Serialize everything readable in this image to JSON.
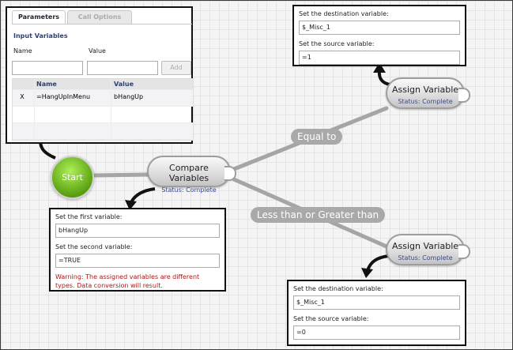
{
  "params_panel": {
    "tabs": [
      "Parameters",
      "Call Options"
    ],
    "section": "Input Variables",
    "name_label": "Name",
    "value_label": "Value",
    "add_button": "Add",
    "columns": [
      "Name",
      "Value"
    ],
    "rows": [
      {
        "remove": "X",
        "name": "=HangUpInMenu",
        "value": "bHangUp"
      }
    ]
  },
  "nodes": {
    "start": {
      "label": "Start"
    },
    "compare": {
      "title": "Compare Variables",
      "status": "Status: Complete"
    },
    "assign_top": {
      "title": "Assign Variable",
      "status": "Status: Complete"
    },
    "assign_bottom": {
      "title": "Assign Variable",
      "status": "Status: Complete"
    }
  },
  "edges": {
    "equal": "Equal to",
    "less_greater": "Less than or Greater than"
  },
  "compare_panel": {
    "first_label": "Set the first variable:",
    "first_value": "bHangUp",
    "second_label": "Set the second variable:",
    "second_value": "=TRUE",
    "warning": "Warning: The assigned variables are different types. Data conversion will result."
  },
  "assign_top_panel": {
    "dest_label": "Set the destination variable:",
    "dest_value": "$_Misc_1",
    "source_label": "Set the source variable:",
    "source_value": "=1"
  },
  "assign_bottom_panel": {
    "dest_label": "Set the destination variable:",
    "dest_value": "$_Misc_1",
    "source_label": "Set the source variable:",
    "source_value": "=0"
  }
}
